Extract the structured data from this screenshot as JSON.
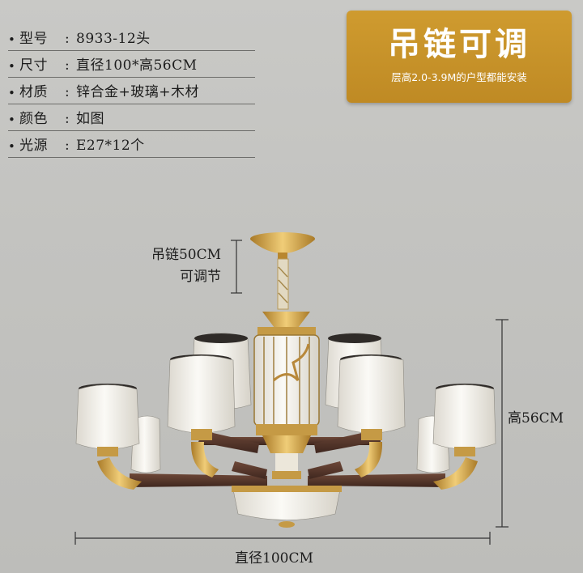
{
  "specs": [
    {
      "label": "型号",
      "value": "8933-12头"
    },
    {
      "label": "尺寸",
      "value": "直径100*高56CM"
    },
    {
      "label": "材质",
      "value": "锌合金+玻璃+木材"
    },
    {
      "label": "颜色",
      "value": "如图"
    },
    {
      "label": "光源",
      "value": "E27*12个"
    }
  ],
  "badge": {
    "title": "吊链可调",
    "subtitle": "层高2.0-3.9M的户型都能安装"
  },
  "dimensions": {
    "chain_line1": "吊链50CM",
    "chain_line2": "可调节",
    "height": "高56CM",
    "diameter": "直径100CM"
  },
  "colors": {
    "badge": "#c8922a",
    "brass": "#d4a64a",
    "wood": "#5a3a2e",
    "glass": "#f4f1ea",
    "background": "#c6c6c3"
  }
}
